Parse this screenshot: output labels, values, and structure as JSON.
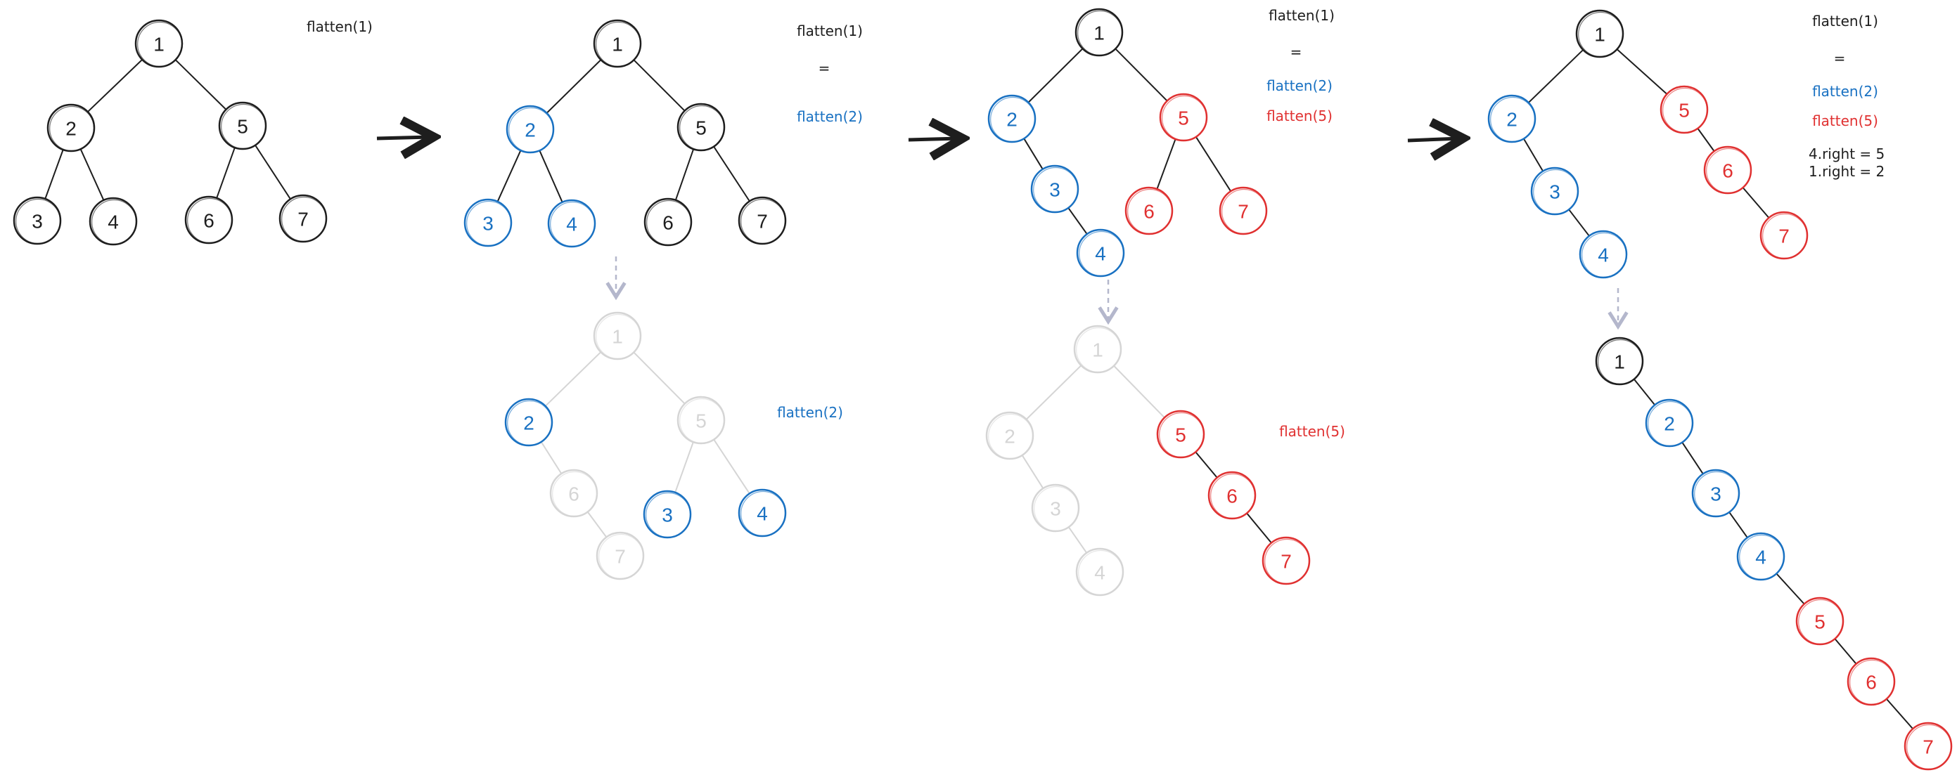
{
  "colors": {
    "black": "#1e1e1e",
    "blue": "#1971c2",
    "red": "#e03131",
    "faded": "#d5d5d5",
    "dashed_arrow": "#b4b7cc"
  },
  "panels": [
    {
      "labels": [
        {
          "text": "flatten(1)",
          "color": "black"
        }
      ],
      "trees": [
        {
          "faded": false,
          "nodes": [
            {
              "label": "1",
              "color": "black"
            },
            {
              "label": "2",
              "color": "black"
            },
            {
              "label": "5",
              "color": "black"
            },
            {
              "label": "3",
              "color": "black"
            },
            {
              "label": "4",
              "color": "black"
            },
            {
              "label": "6",
              "color": "black"
            },
            {
              "label": "7",
              "color": "black"
            }
          ]
        }
      ]
    },
    {
      "labels": [
        {
          "text": "flatten(1)",
          "color": "black"
        },
        {
          "text": "=",
          "color": "black"
        },
        {
          "text": "flatten(2)",
          "color": "blue"
        },
        {
          "text": "flatten(2)",
          "color": "blue"
        }
      ],
      "trees": [
        {
          "faded": false,
          "nodes": [
            {
              "label": "1",
              "color": "black"
            },
            {
              "label": "2",
              "color": "blue"
            },
            {
              "label": "5",
              "color": "black"
            },
            {
              "label": "3",
              "color": "blue"
            },
            {
              "label": "4",
              "color": "blue"
            },
            {
              "label": "6",
              "color": "black"
            },
            {
              "label": "7",
              "color": "black"
            }
          ]
        },
        {
          "faded": true,
          "nodes": [
            {
              "label": "1",
              "color": "faded"
            },
            {
              "label": "2",
              "color": "blue"
            },
            {
              "label": "5",
              "color": "faded"
            },
            {
              "label": "3",
              "color": "blue"
            },
            {
              "label": "4",
              "color": "blue"
            },
            {
              "label": "6",
              "color": "faded"
            },
            {
              "label": "7",
              "color": "faded"
            }
          ]
        }
      ]
    },
    {
      "labels": [
        {
          "text": "flatten(1)",
          "color": "black"
        },
        {
          "text": "=",
          "color": "black"
        },
        {
          "text": "flatten(2)",
          "color": "blue"
        },
        {
          "text": "flatten(5)",
          "color": "red"
        },
        {
          "text": "flatten(5)",
          "color": "red"
        }
      ],
      "trees": [
        {
          "faded": false,
          "nodes": [
            {
              "label": "1",
              "color": "black"
            },
            {
              "label": "2",
              "color": "blue"
            },
            {
              "label": "5",
              "color": "red"
            },
            {
              "label": "3",
              "color": "blue"
            },
            {
              "label": "4",
              "color": "blue"
            },
            {
              "label": "6",
              "color": "red"
            },
            {
              "label": "7",
              "color": "red"
            }
          ]
        },
        {
          "faded": true,
          "nodes": [
            {
              "label": "1",
              "color": "faded"
            },
            {
              "label": "2",
              "color": "faded"
            },
            {
              "label": "5",
              "color": "red"
            },
            {
              "label": "3",
              "color": "faded"
            },
            {
              "label": "4",
              "color": "faded"
            },
            {
              "label": "6",
              "color": "red"
            },
            {
              "label": "7",
              "color": "red"
            }
          ]
        }
      ]
    },
    {
      "labels": [
        {
          "text": "flatten(1)",
          "color": "black"
        },
        {
          "text": "=",
          "color": "black"
        },
        {
          "text": "flatten(2)",
          "color": "blue"
        },
        {
          "text": "flatten(5)",
          "color": "red"
        },
        {
          "text": "4.right = 5",
          "color": "black"
        },
        {
          "text": "1.right = 2",
          "color": "black"
        }
      ],
      "trees": [
        {
          "faded": false,
          "nodes": [
            {
              "label": "1",
              "color": "black"
            },
            {
              "label": "2",
              "color": "blue"
            },
            {
              "label": "5",
              "color": "red"
            },
            {
              "label": "3",
              "color": "blue"
            },
            {
              "label": "4",
              "color": "blue"
            },
            {
              "label": "6",
              "color": "red"
            },
            {
              "label": "7",
              "color": "red"
            }
          ]
        },
        {
          "faded": false,
          "nodes": [
            {
              "label": "1",
              "color": "black"
            },
            {
              "label": "2",
              "color": "blue"
            },
            {
              "label": "3",
              "color": "blue"
            },
            {
              "label": "4",
              "color": "blue"
            },
            {
              "label": "5",
              "color": "red"
            },
            {
              "label": "6",
              "color": "red"
            },
            {
              "label": "7",
              "color": "red"
            }
          ]
        }
      ]
    }
  ]
}
